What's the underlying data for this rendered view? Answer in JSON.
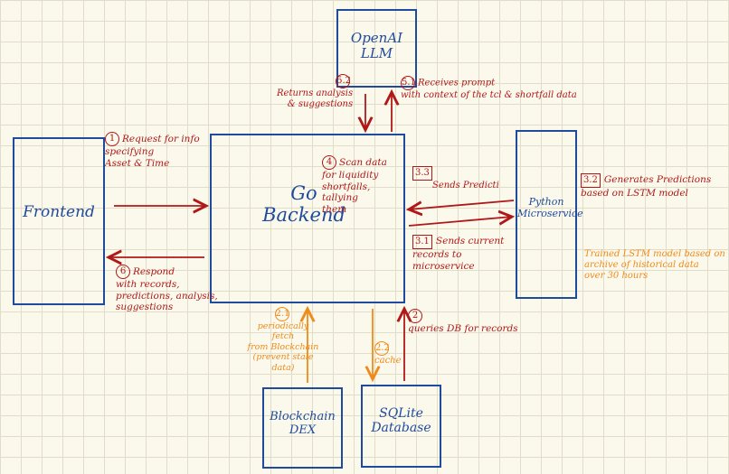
{
  "boxes": {
    "openai": "OpenAI\nLLM",
    "frontend": "Frontend",
    "backend": "Go\nBackend",
    "python": "Python\nMicroservice",
    "dex": "Blockchain\nDEX",
    "sqlite": "SQLite\nDatabase"
  },
  "notes": {
    "n1": {
      "badge": "1",
      "text": "Request for info\nspecifying\nAsset & Time"
    },
    "n2": {
      "badge": "2",
      "text": "queries DB for records"
    },
    "n4": {
      "badge": "4",
      "text": "Scan data\nfor liquidity\nshortfalls,\ntallying\nthem"
    },
    "n5_1": {
      "badge": "5.1",
      "text": "Receives prompt\nwith context of the tcl & shortfall data"
    },
    "n5_2": {
      "badge": "5.2",
      "text": "Returns analysis\n& suggestions"
    },
    "n6": {
      "badge": "6",
      "text": "Respond\nwith records,\npredictions, analysis,\nsuggestions"
    },
    "n3_1": {
      "badge": "3.1",
      "text": "Sends current\nrecords to\nmicroservice"
    },
    "n3_2": {
      "badge": "3.2",
      "text": "Generates Predictions\nbased on LSTM model"
    },
    "n3_3": {
      "badge": "3.3",
      "text": "Sends Predicti"
    },
    "o1": {
      "badge": "2.1",
      "text": "periodically\nfetch\nfrom Blockchain\n(prevent stale data)"
    },
    "o2": {
      "badge": "2.2",
      "text": "cache"
    },
    "o3": {
      "badge": "",
      "text": "Trained LSTM model based on\narchive of historical data\nover 30 hours"
    }
  },
  "colors": {
    "box": "#1f4b9c",
    "red": "#b01818",
    "orange": "#f08a1a",
    "grid": "#e2ddc8"
  }
}
